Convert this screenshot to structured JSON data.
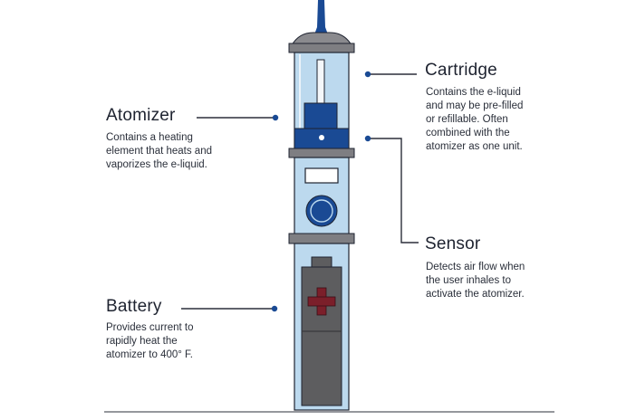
{
  "colors": {
    "tube": "#bcd9ee",
    "tube_stroke": "#1e2330",
    "band": "#7e7e82",
    "cap_gray": "#8a8a8e",
    "accent_blue": "#1a4a94",
    "line": "#2b2f3a",
    "battery": "#5d5d5f",
    "plus": "#7b1f2a"
  },
  "labels": {
    "cartridge": {
      "title": "Cartridge",
      "desc": [
        "Contains the e-liquid",
        "and may be pre-filled",
        "or refillable. Often",
        "combined with the",
        "atomizer as one unit."
      ]
    },
    "atomizer": {
      "title": "Atomizer",
      "desc": [
        "Contains a heating",
        "element that heats and",
        "vaporizes the e-liquid."
      ]
    },
    "sensor": {
      "title": "Sensor",
      "desc": [
        "Detects air flow when",
        "the user inhales to",
        "activate the atomizer."
      ]
    },
    "battery": {
      "title": "Battery",
      "desc": [
        "Provides current to",
        "rapidly heat the",
        "atomizer to 400° F."
      ]
    }
  },
  "icons": [
    "heating-element-icon",
    "sensor-button-icon",
    "battery-plus-icon"
  ]
}
